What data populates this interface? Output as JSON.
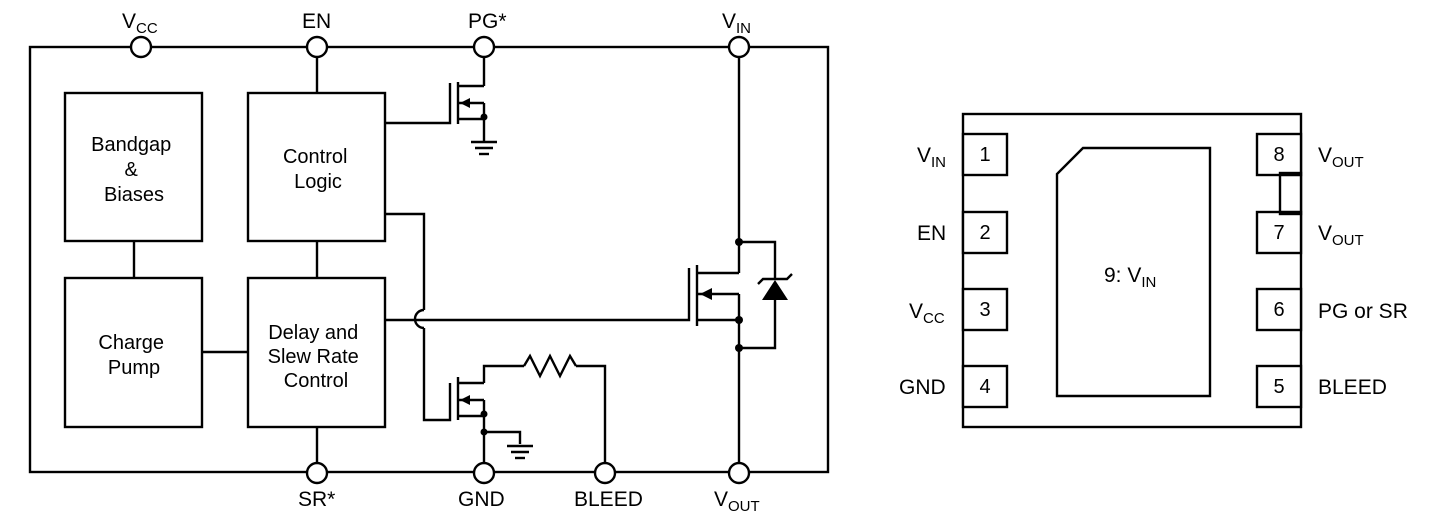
{
  "block_diagram": {
    "pins": {
      "vcc": {
        "main": "V",
        "sub": "CC"
      },
      "en": {
        "main": "EN"
      },
      "pg": {
        "main": "PG*"
      },
      "vin": {
        "main": "V",
        "sub": "IN"
      },
      "sr": {
        "main": "SR*"
      },
      "gnd": {
        "main": "GND"
      },
      "bleed": {
        "main": "BLEED"
      },
      "vout": {
        "main": "V",
        "sub": "OUT"
      }
    },
    "blocks": {
      "bandgap": [
        "Bandgap",
        "&",
        "Biases"
      ],
      "control": [
        "Control",
        "Logic"
      ],
      "charge": [
        "Charge",
        "Pump"
      ],
      "delay": [
        "Delay and",
        "Slew Rate",
        "Control"
      ]
    }
  },
  "package": {
    "left_pins": [
      {
        "number": "1",
        "main": "V",
        "sub": "IN"
      },
      {
        "number": "2",
        "main": "EN",
        "sub": ""
      },
      {
        "number": "3",
        "main": "V",
        "sub": "CC"
      },
      {
        "number": "4",
        "main": "GND",
        "sub": ""
      }
    ],
    "right_pins": [
      {
        "number": "8",
        "main": "V",
        "sub": "OUT"
      },
      {
        "number": "7",
        "main": "V",
        "sub": "OUT"
      },
      {
        "number": "6",
        "main": "PG or SR",
        "sub": ""
      },
      {
        "number": "5",
        "main": "BLEED",
        "sub": ""
      }
    ],
    "thermal_pad": {
      "main": "9: V",
      "sub": "IN"
    }
  }
}
